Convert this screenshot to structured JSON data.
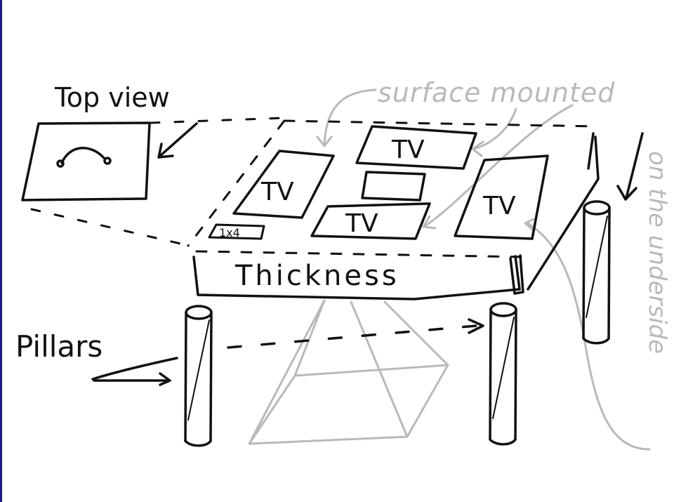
{
  "labels": {
    "top_view": "Top view",
    "surface_mounted": "surface mounted",
    "on_the_underside": "on the underside",
    "tv_1": "TV",
    "tv_2": "TV",
    "tv_3": "TV",
    "tv_4": "TV",
    "board": "1x4",
    "thickness": "Thickness",
    "pillars": "Pillars"
  },
  "colors": {
    "ink": "#111111",
    "light_ink": "#b9b9b9",
    "paper": "#ffffff",
    "left_edge": "#1a1a80"
  }
}
